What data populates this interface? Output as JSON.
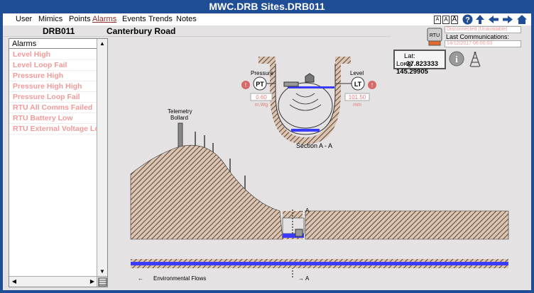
{
  "window": {
    "title": "MWC.DRB Sites.DRB011"
  },
  "menu": [
    {
      "label": "User",
      "active": false
    },
    {
      "label": "Mimics",
      "active": false
    },
    {
      "label": "Points",
      "active": false
    },
    {
      "label": "Alarms",
      "active": true
    },
    {
      "label": "Events",
      "active": false
    },
    {
      "label": "Trends",
      "active": false
    },
    {
      "label": "Notes",
      "active": false
    }
  ],
  "toolbar": {
    "font_small": "A",
    "font_medium": "A",
    "font_large": "A",
    "icons": [
      "help-icon",
      "up-arrow-icon",
      "back-arrow-icon",
      "forward-arrow-icon",
      "home-icon"
    ]
  },
  "site": {
    "id": "DRB011",
    "name": "Canterbury Road"
  },
  "alarms": {
    "header": "Alarms",
    "items": [
      "Level High",
      "Level Loop Fail",
      "Pressure High",
      "Pressure High High",
      "Pressure Loop Fail",
      "RTU All Comms Failed",
      "RTU Battery Low",
      "RTU External Voltage Lo"
    ]
  },
  "rtu": {
    "icon_label": "RTU",
    "status": "Disconnected (Unavailable)",
    "last_comm_label": "Last Communications:",
    "last_comm_value": "14/12/2017 06:00:03"
  },
  "location": {
    "lat_label": "Lat:",
    "lat_value": "-37.823333",
    "long_label": "Long:",
    "long_value": "145.29905"
  },
  "mimic": {
    "pressure": {
      "label": "Pressure",
      "tag": "PT",
      "value": "0.60",
      "unit": "m.Wg"
    },
    "level": {
      "label": "Level",
      "tag": "LT",
      "value": "101.50",
      "unit": "mm"
    },
    "section_label": "Section A - A",
    "bollard_line1": "Telemetry",
    "bollard_line2": "Bollard",
    "section_marker": "A",
    "flow_label": "Environmental Flows",
    "flow_arrow": "←"
  },
  "colors": {
    "frame": "#1f4e96",
    "background": "#e4e2e2",
    "alarm_text": "#f29a9a",
    "water": "#3b3bff",
    "earth": "#8b6b52",
    "alarm_icon": "#d46a6a"
  }
}
